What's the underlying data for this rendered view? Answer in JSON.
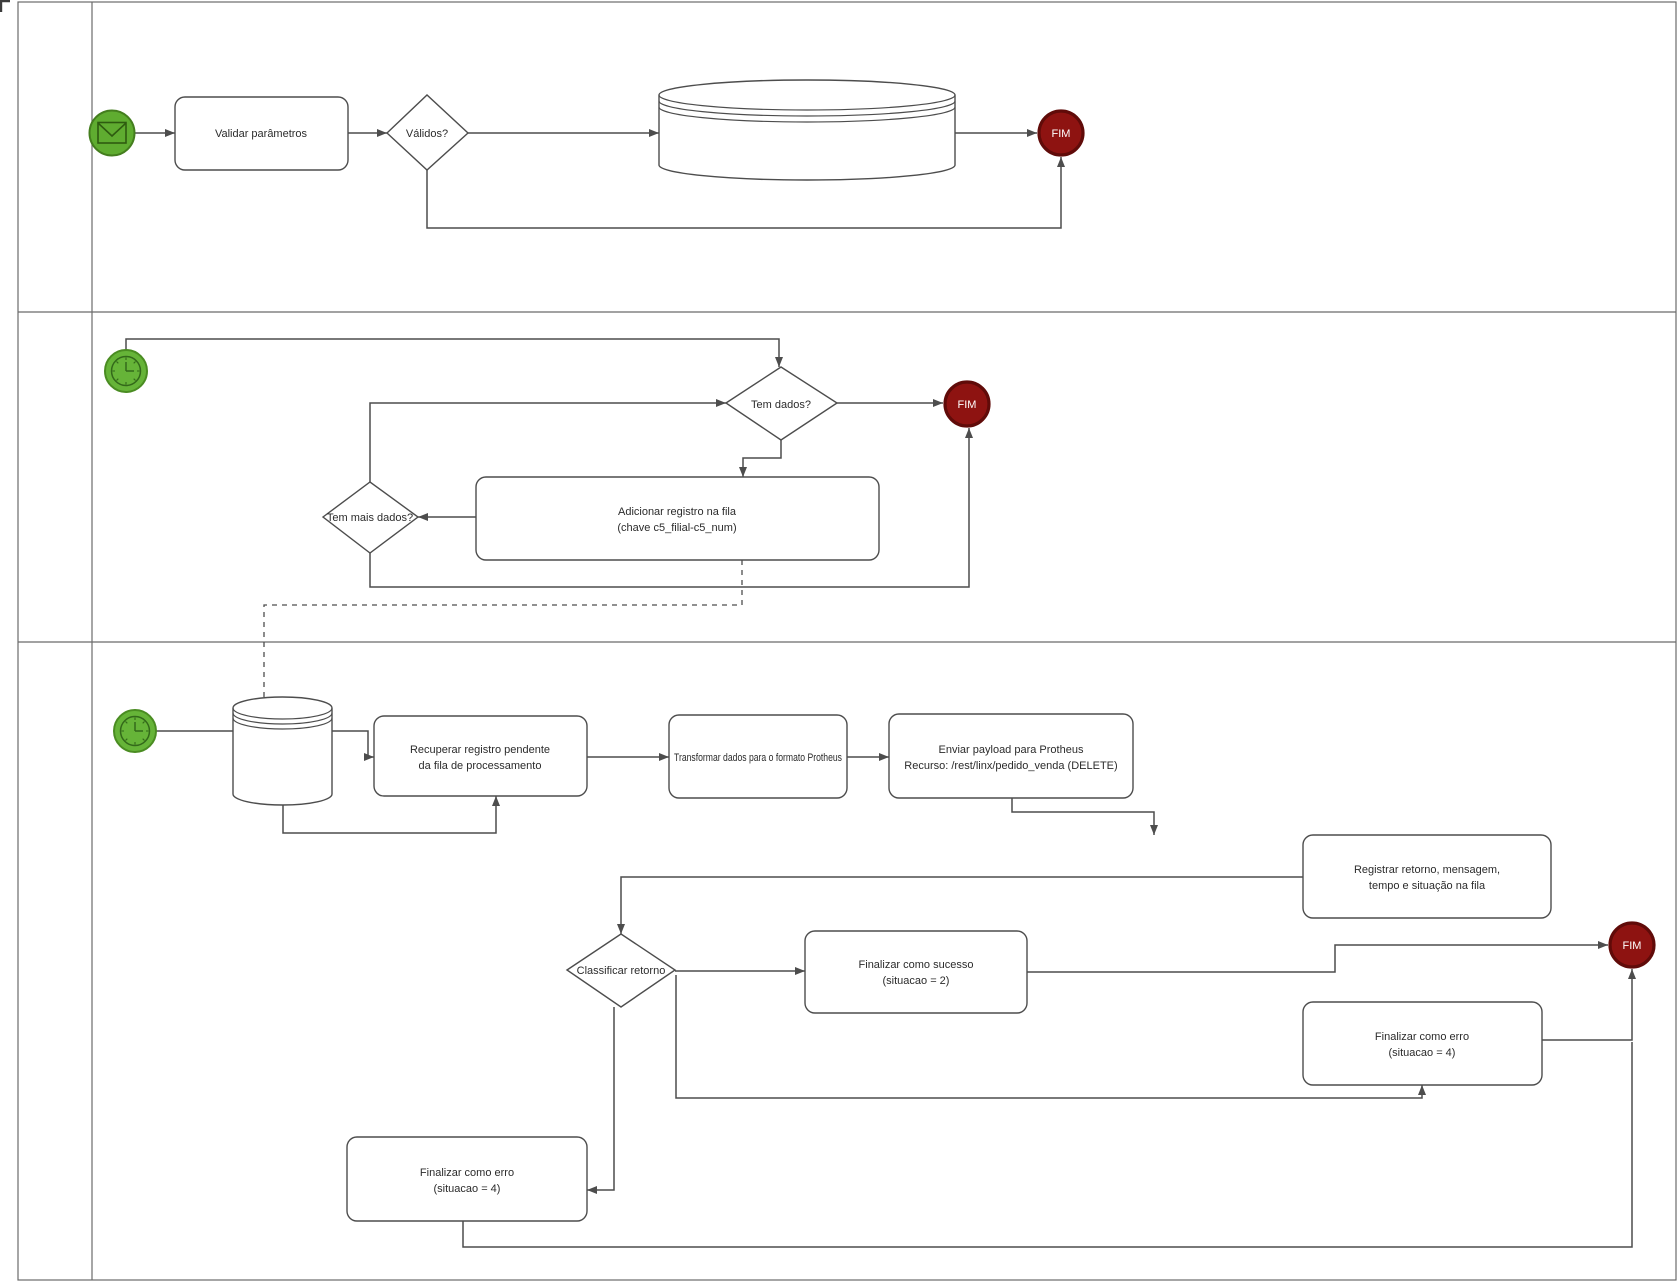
{
  "diagram": {
    "kind": "bpmn-process-flow",
    "colors": {
      "start_event_fill": "#61AE33",
      "start_event_border": "#447E1E",
      "end_event_fill": "#8E1311",
      "end_event_border": "#600B09",
      "shape_stroke": "#4D4D4D",
      "lane_stroke": "#6B6B6B",
      "background": "#FFFFFF"
    }
  },
  "labels": {
    "fim": "FIM"
  },
  "lane1": {
    "start_icon": "message-envelope",
    "task_validar": "Validar parâmetros",
    "gateway_validos": "Válidos?",
    "datastore": "database-cylinder"
  },
  "lane2": {
    "start_icon": "timer-clock",
    "gateway_tem_dados": "Tem dados?",
    "task_adicionar": {
      "line1": "Adicionar registro na fila",
      "line2": "(chave c5_filial-c5_num)"
    },
    "gateway_tem_mais_dados": "Tem mais dados?"
  },
  "lane3": {
    "start_icon": "timer-clock",
    "datastore": "queue-cylinder",
    "task_recuperar": {
      "line1": "Recuperar registro pendente",
      "line2": "da fila de processamento"
    },
    "task_transformar": "Transformar dados para o formato Protheus",
    "task_enviar": {
      "line1": "Enviar payload para Protheus",
      "line2": "Recurso: /rest/linx/pedido_venda (DELETE)"
    },
    "task_registrar": {
      "line1": "Registrar retorno, mensagem,",
      "line2": "tempo e situação na fila"
    },
    "gateway_classificar": "Classificar retorno",
    "task_sucesso": {
      "line1": "Finalizar como sucesso",
      "line2": "(situacao = 2)"
    },
    "task_erro_direita": {
      "line1": "Finalizar como erro",
      "line2": "(situacao = 4)"
    },
    "task_erro_esquerda": {
      "line1": "Finalizar como erro",
      "line2": "(situacao = 4)"
    }
  }
}
